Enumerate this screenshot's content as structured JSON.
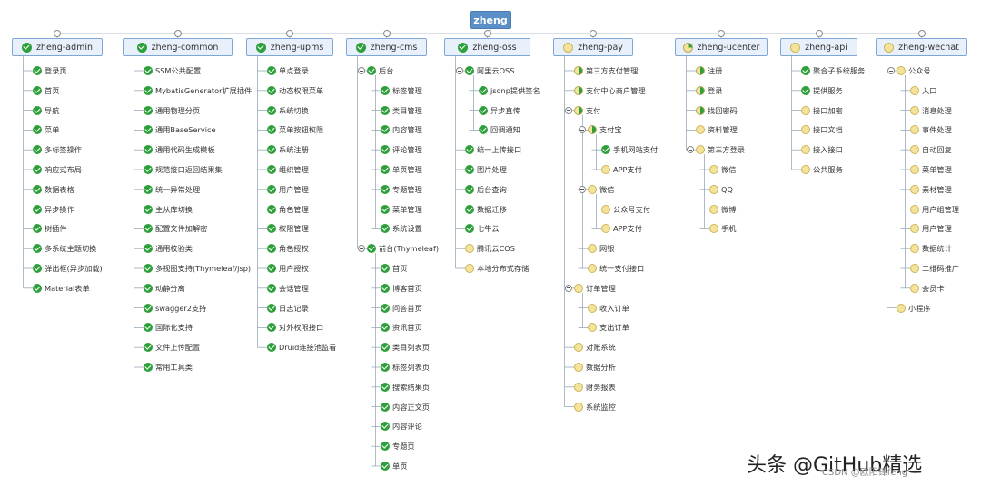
{
  "root": "zheng",
  "modules": [
    {
      "label": "zheng-admin",
      "status": "done",
      "children": [
        {
          "label": "登录页",
          "status": "done"
        },
        {
          "label": "首页",
          "status": "done"
        },
        {
          "label": "导航",
          "status": "done"
        },
        {
          "label": "菜单",
          "status": "done"
        },
        {
          "label": "多标签操作",
          "status": "done"
        },
        {
          "label": "响应式布局",
          "status": "done"
        },
        {
          "label": "数据表格",
          "status": "done"
        },
        {
          "label": "异步操作",
          "status": "done"
        },
        {
          "label": "树插件",
          "status": "done"
        },
        {
          "label": "多系统主题切换",
          "status": "done"
        },
        {
          "label": "弹出框(异步加载)",
          "status": "done"
        },
        {
          "label": "Material表单",
          "status": "done"
        }
      ]
    },
    {
      "label": "zheng-common",
      "status": "done",
      "children": [
        {
          "label": "SSM公共配置",
          "status": "done"
        },
        {
          "label": "MybatisGenerator扩展插件",
          "status": "done"
        },
        {
          "label": "通用物理分页",
          "status": "done"
        },
        {
          "label": "通用BaseService",
          "status": "done"
        },
        {
          "label": "通用代码生成模板",
          "status": "done"
        },
        {
          "label": "规范接口返回结果集",
          "status": "done"
        },
        {
          "label": "统一异常处理",
          "status": "done"
        },
        {
          "label": "主从库切换",
          "status": "done"
        },
        {
          "label": "配置文件加解密",
          "status": "done"
        },
        {
          "label": "通用校验类",
          "status": "done"
        },
        {
          "label": "多视图支持(Thymeleaf/jsp)",
          "status": "done"
        },
        {
          "label": "动静分离",
          "status": "done"
        },
        {
          "label": "swagger2支持",
          "status": "done"
        },
        {
          "label": "国际化支持",
          "status": "done"
        },
        {
          "label": "文件上传配置",
          "status": "done"
        },
        {
          "label": "常用工具类",
          "status": "done"
        }
      ]
    },
    {
      "label": "zheng-upms",
      "status": "done",
      "children": [
        {
          "label": "单点登录",
          "status": "done"
        },
        {
          "label": "动态权限菜单",
          "status": "done"
        },
        {
          "label": "系统切换",
          "status": "done"
        },
        {
          "label": "菜单按钮权限",
          "status": "done"
        },
        {
          "label": "系统注册",
          "status": "done"
        },
        {
          "label": "组织管理",
          "status": "done"
        },
        {
          "label": "用户管理",
          "status": "done"
        },
        {
          "label": "角色管理",
          "status": "done"
        },
        {
          "label": "权限管理",
          "status": "done"
        },
        {
          "label": "角色授权",
          "status": "done"
        },
        {
          "label": "用户授权",
          "status": "done"
        },
        {
          "label": "会话管理",
          "status": "done"
        },
        {
          "label": "日志记录",
          "status": "done"
        },
        {
          "label": "对外权限接口",
          "status": "done"
        },
        {
          "label": "Druid连接池监看",
          "status": "done"
        }
      ]
    },
    {
      "label": "zheng-cms",
      "status": "done",
      "children": [
        {
          "label": "后台",
          "status": "done",
          "children": [
            {
              "label": "标签管理",
              "status": "done"
            },
            {
              "label": "类目管理",
              "status": "done"
            },
            {
              "label": "内容管理",
              "status": "done"
            },
            {
              "label": "评论管理",
              "status": "done"
            },
            {
              "label": "单页管理",
              "status": "done"
            },
            {
              "label": "专题管理",
              "status": "done"
            },
            {
              "label": "菜单管理",
              "status": "done"
            },
            {
              "label": "系统设置",
              "status": "done"
            }
          ]
        },
        {
          "label": "前台(Thymeleaf)",
          "status": "done",
          "children": [
            {
              "label": "首页",
              "status": "done"
            },
            {
              "label": "博客首页",
              "status": "done"
            },
            {
              "label": "问答首页",
              "status": "done"
            },
            {
              "label": "资讯首页",
              "status": "done"
            },
            {
              "label": "类目列表页",
              "status": "done"
            },
            {
              "label": "标签列表页",
              "status": "done"
            },
            {
              "label": "搜索结果页",
              "status": "done"
            },
            {
              "label": "内容正文页",
              "status": "done"
            },
            {
              "label": "内容评论",
              "status": "done"
            },
            {
              "label": "专题页",
              "status": "done"
            },
            {
              "label": "单页",
              "status": "done"
            }
          ]
        }
      ]
    },
    {
      "label": "zheng-oss",
      "status": "done",
      "children": [
        {
          "label": "阿里云OSS",
          "status": "done",
          "children": [
            {
              "label": "jsonp提供签名",
              "status": "done"
            },
            {
              "label": "异步直传",
              "status": "done"
            },
            {
              "label": "回调通知",
              "status": "done"
            }
          ]
        },
        {
          "label": "统一上传接口",
          "status": "done"
        },
        {
          "label": "图片处理",
          "status": "done"
        },
        {
          "label": "后台查询",
          "status": "done"
        },
        {
          "label": "数据迁移",
          "status": "done"
        },
        {
          "label": "七牛云",
          "status": "done"
        },
        {
          "label": "腾讯云COS",
          "status": "todo"
        },
        {
          "label": "本地分布式存储",
          "status": "todo"
        }
      ]
    },
    {
      "label": "zheng-pay",
      "status": "todo",
      "children": [
        {
          "label": "第三方支付管理",
          "status": "half"
        },
        {
          "label": "支付中心商户管理",
          "status": "half"
        },
        {
          "label": "支付",
          "status": "half",
          "children": [
            {
              "label": "支付宝",
              "status": "half",
              "children": [
                {
                  "label": "手机网站支付",
                  "status": "done"
                },
                {
                  "label": "APP支付",
                  "status": "todo"
                }
              ]
            },
            {
              "label": "微信",
              "status": "todo",
              "children": [
                {
                  "label": "公众号支付",
                  "status": "todo"
                },
                {
                  "label": "APP支付",
                  "status": "todo"
                }
              ]
            },
            {
              "label": "网银",
              "status": "todo"
            },
            {
              "label": "统一支付接口",
              "status": "todo"
            }
          ]
        },
        {
          "label": "订单管理",
          "status": "todo",
          "children": [
            {
              "label": "收入订单",
              "status": "todo"
            },
            {
              "label": "支出订单",
              "status": "todo"
            }
          ]
        },
        {
          "label": "对账系统",
          "status": "todo"
        },
        {
          "label": "数据分析",
          "status": "todo"
        },
        {
          "label": "财务报表",
          "status": "todo"
        },
        {
          "label": "系统监控",
          "status": "todo"
        }
      ]
    },
    {
      "label": "zheng-ucenter",
      "status": "quarter",
      "children": [
        {
          "label": "注册",
          "status": "half"
        },
        {
          "label": "登录",
          "status": "half"
        },
        {
          "label": "找回密码",
          "status": "half"
        },
        {
          "label": "资料管理",
          "status": "todo"
        },
        {
          "label": "第三方登录",
          "status": "todo",
          "children": [
            {
              "label": "微信",
              "status": "todo"
            },
            {
              "label": "QQ",
              "status": "todo"
            },
            {
              "label": "微博",
              "status": "todo"
            },
            {
              "label": "手机",
              "status": "todo"
            }
          ]
        }
      ]
    },
    {
      "label": "zheng-api",
      "status": "todo",
      "children": [
        {
          "label": "聚合子系统服务",
          "status": "done"
        },
        {
          "label": "提供服务",
          "status": "done"
        },
        {
          "label": "接口加密",
          "status": "todo"
        },
        {
          "label": "接口文档",
          "status": "todo"
        },
        {
          "label": "接入接口",
          "status": "todo"
        },
        {
          "label": "公共服务",
          "status": "todo"
        }
      ]
    },
    {
      "label": "zheng-wechat",
      "status": "todo",
      "children": [
        {
          "label": "公众号",
          "status": "todo",
          "children": [
            {
              "label": "入口",
              "status": "todo"
            },
            {
              "label": "消息处理",
              "status": "todo"
            },
            {
              "label": "事件处理",
              "status": "todo"
            },
            {
              "label": "自动回复",
              "status": "todo"
            },
            {
              "label": "菜单管理",
              "status": "todo"
            },
            {
              "label": "素材管理",
              "status": "todo"
            },
            {
              "label": "用户组管理",
              "status": "todo"
            },
            {
              "label": "用户管理",
              "status": "todo"
            },
            {
              "label": "数据统计",
              "status": "todo"
            },
            {
              "label": "二维码推广",
              "status": "todo"
            },
            {
              "label": "会员卡",
              "status": "todo"
            }
          ]
        },
        {
          "label": "小程序",
          "status": "todo"
        }
      ]
    }
  ],
  "watermark": "头条 @GitHub精选",
  "watermark_sub": "CSDN @欧阳锋feng"
}
